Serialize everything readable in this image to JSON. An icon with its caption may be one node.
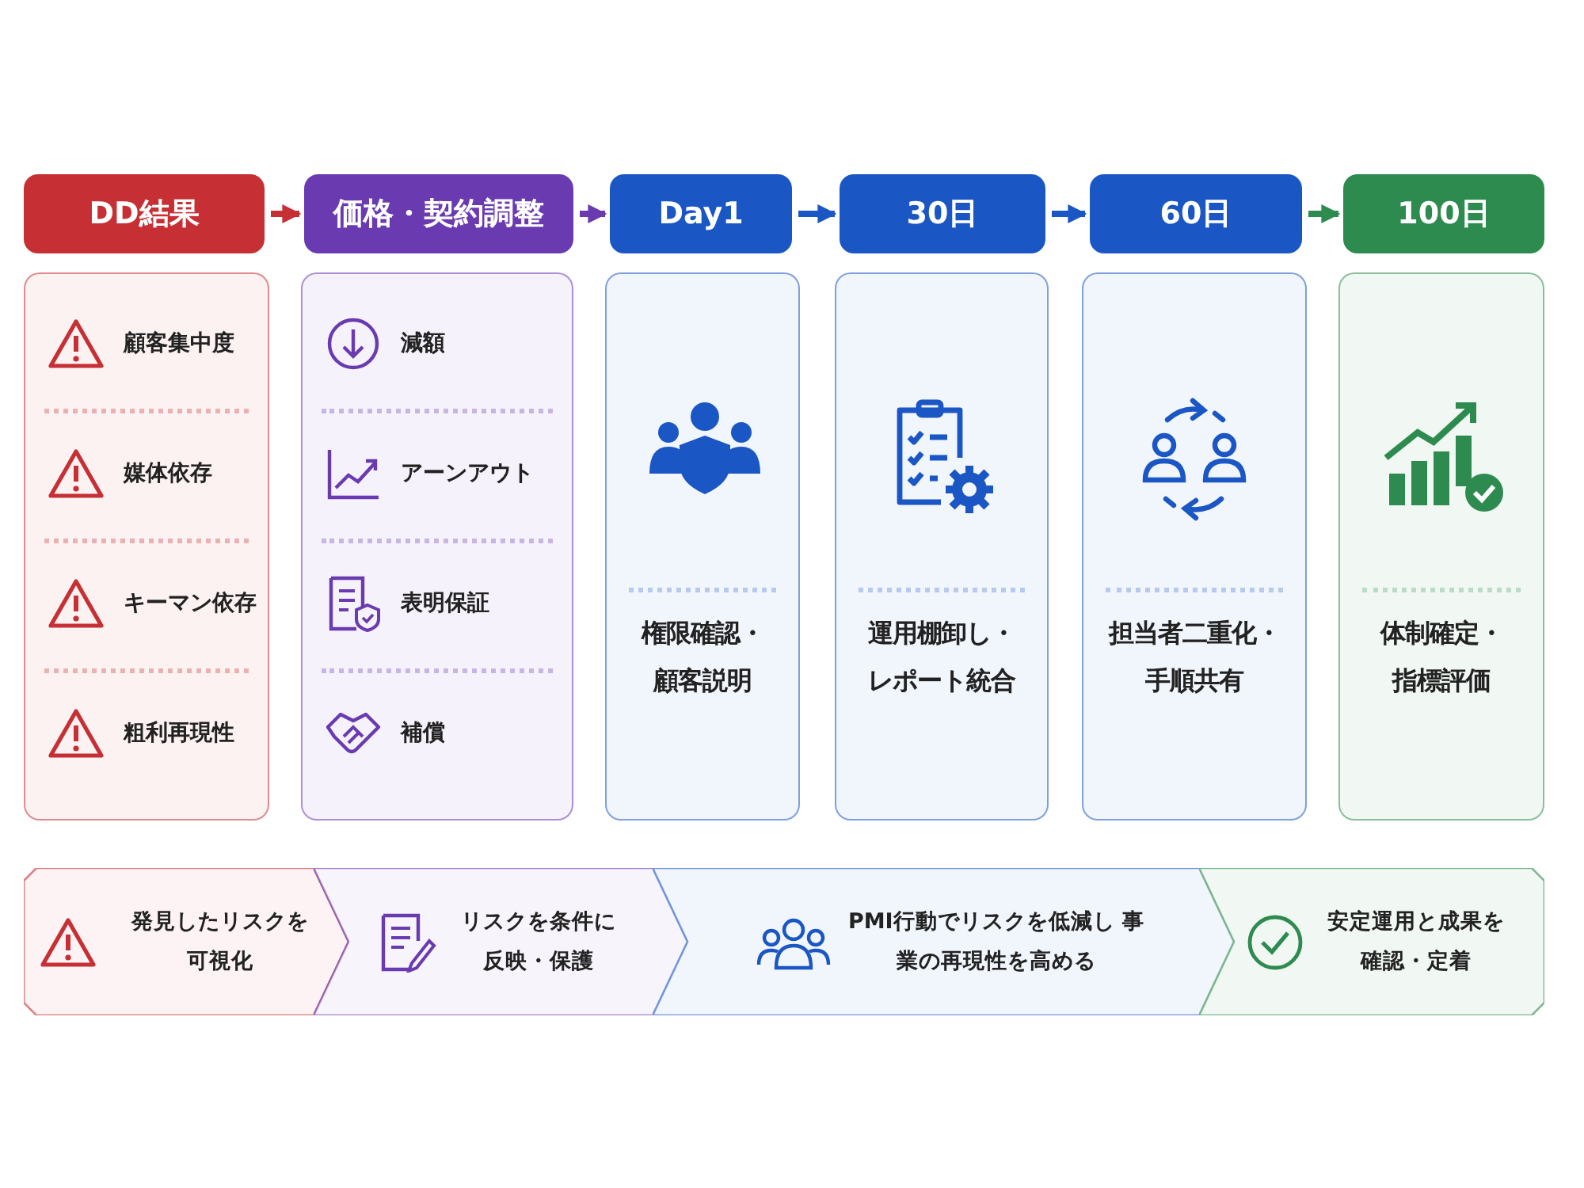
{
  "diagram": {
    "nodes": [
      {
        "text": [
          "DD結果"
        ]
      },
      {
        "text": [
          "価格・契約調整"
        ]
      },
      {
        "text": [
          "Day1"
        ]
      },
      {
        "text": [
          "30日"
        ]
      },
      {
        "text": [
          "60日"
        ]
      },
      {
        "text": [
          "100日"
        ]
      },
      {
        "text": [
          "顧客集中度",
          "媒体依存",
          "キーマン依存",
          "粗利再現性"
        ]
      },
      {
        "text": [
          "減額",
          "アーンアウト",
          "表明保証",
          "補償"
        ]
      },
      {
        "text": [
          "権限確認・顧客説明"
        ]
      },
      {
        "text": [
          "運用棚卸し・レポート統合"
        ]
      },
      {
        "text": [
          "担当者二重化・手順共有"
        ]
      },
      {
        "text": [
          "体制確定・指標評価"
        ]
      },
      {
        "text": [
          "発見したリスクを可視化"
        ]
      },
      {
        "text": [
          "リスクを条件に反映・保護"
        ]
      },
      {
        "text": [
          "PMI行動でリスクを低減し 事業の再現性を高める"
        ]
      },
      {
        "text": [
          "安定運用と成果を確認・定着"
        ]
      }
    ],
    "edges": [
      {
        "from": 0,
        "to": 1,
        "arrow": "to",
        "color": "#c62f34"
      },
      {
        "from": 1,
        "to": 2,
        "arrow": "to",
        "color": "#6a3bb0"
      },
      {
        "from": 2,
        "to": 3,
        "arrow": "to",
        "color": "#1a56c4"
      },
      {
        "from": 3,
        "to": 4,
        "arrow": "to",
        "color": "#1a56c4"
      },
      {
        "from": 4,
        "to": 5,
        "arrow": "to",
        "color": "#2e8b4f"
      }
    ]
  }
}
